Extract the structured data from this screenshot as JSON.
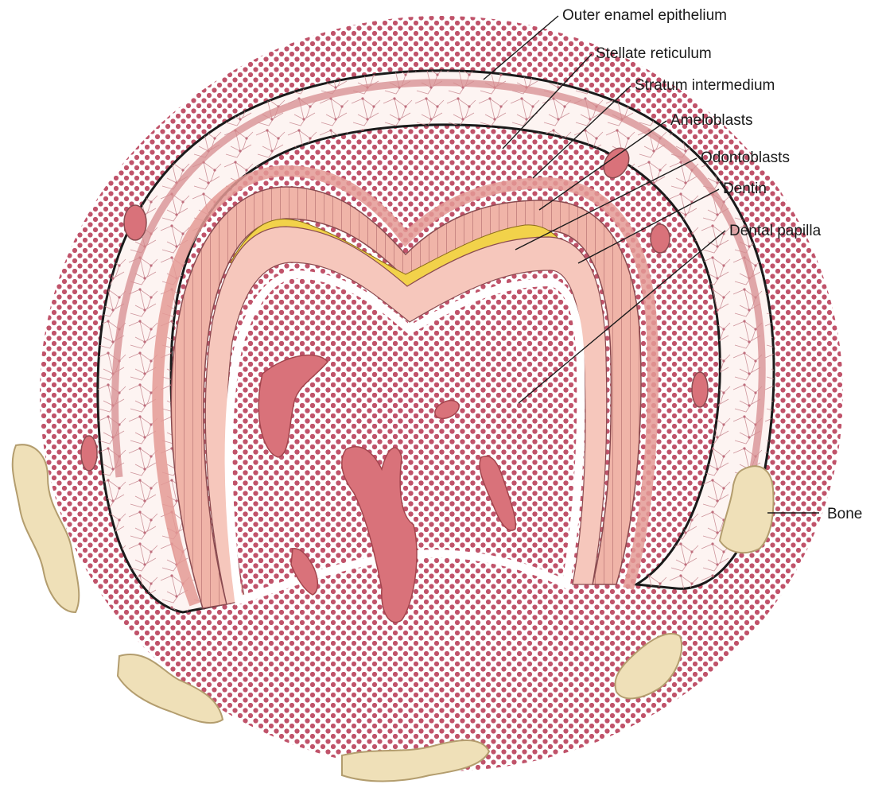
{
  "labels": {
    "outer_enamel_epithelium": "Outer enamel epithelium",
    "stellate_reticulum": "Stellate reticulum",
    "stratum_intermedium": "Stratum intermedium",
    "ameloblasts": "Ameloblasts",
    "odontoblasts": "Odontoblasts",
    "dentin": "Dentin",
    "dental_papilla": "Dental papilla",
    "bone": "Bone"
  },
  "colors": {
    "mesenchyme_dots": "#c0536a",
    "epithelium_fill": "#f3d2cc",
    "ameloblast_fill": "#f0b4a8",
    "dentin_fill": "#f2d24a",
    "vessel_fill": "#d9727a",
    "bone_fill": "#efe0b8",
    "outline": "#1a1a1a"
  }
}
